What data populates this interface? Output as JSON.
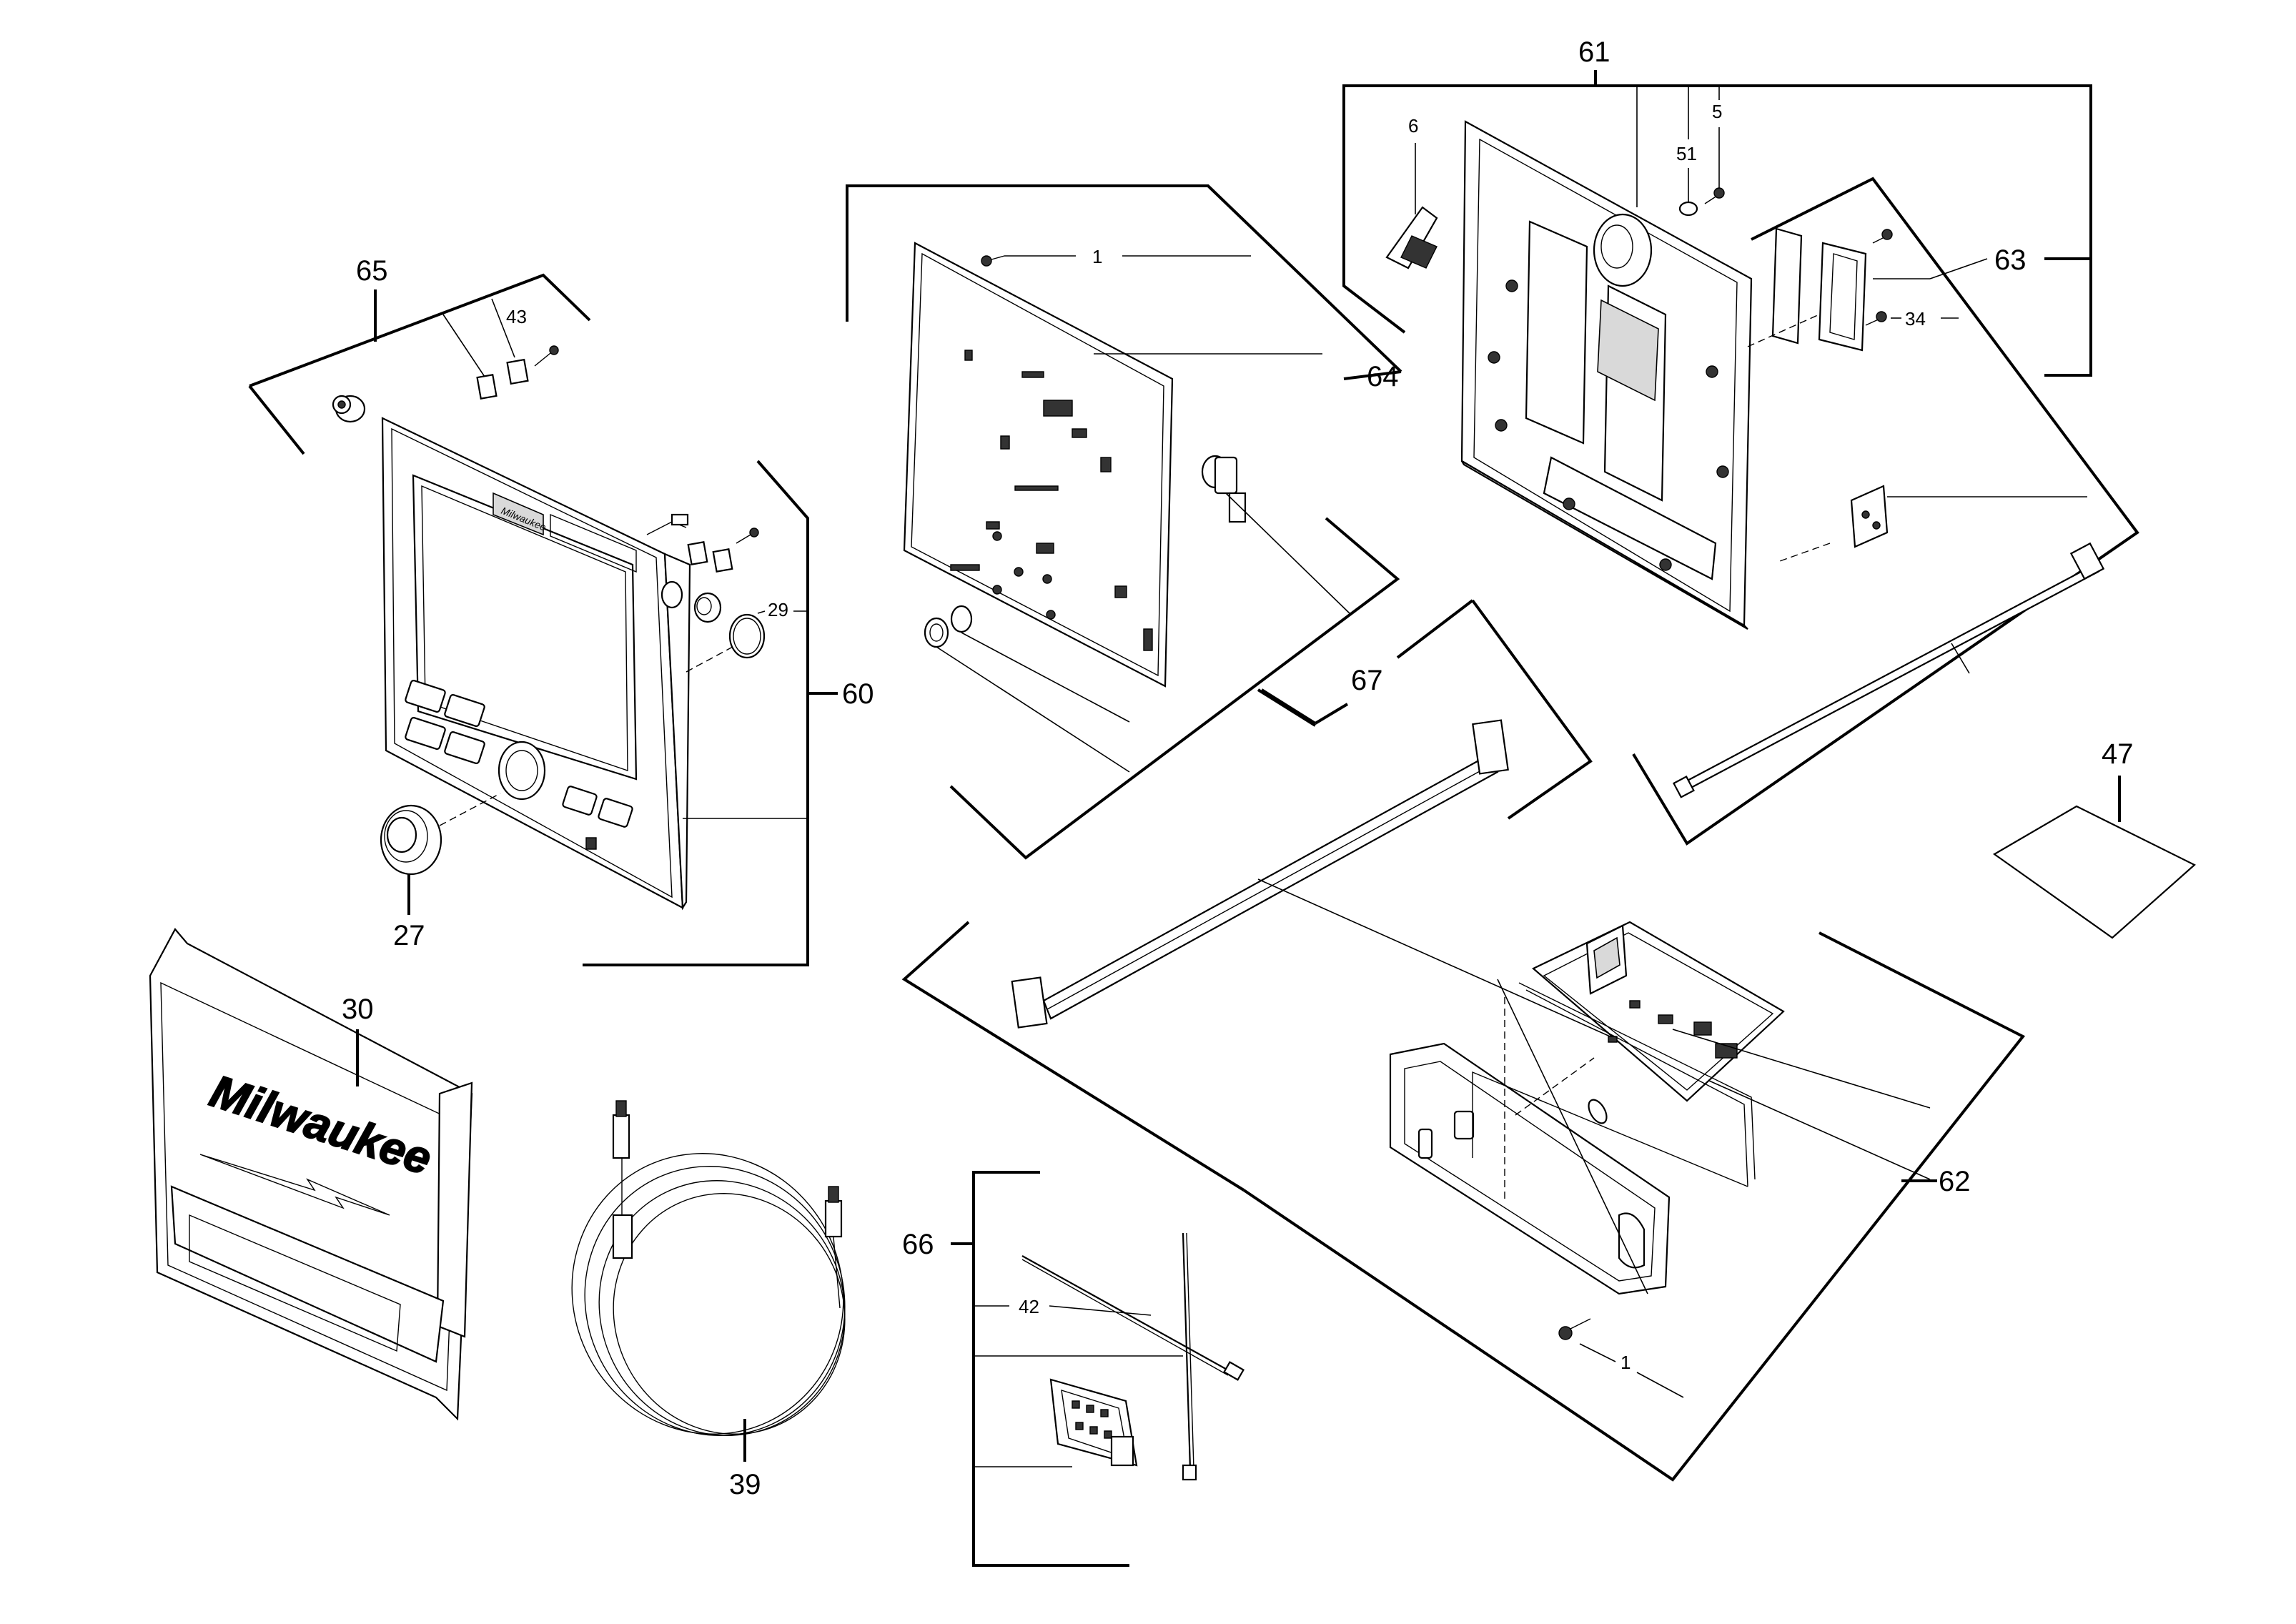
{
  "callouts": {
    "c1_top": "1",
    "c1_bottom": "1",
    "c5": "5",
    "c6": "6",
    "c27": "27",
    "c29": "29",
    "c30": "30",
    "c34": "34",
    "c39": "39",
    "c42": "42",
    "c43": "43",
    "c47": "47",
    "c51": "51",
    "c60": "60",
    "c61": "61",
    "c62": "62",
    "c63": "63",
    "c64": "64",
    "c65": "65",
    "c66": "66",
    "c67": "67"
  },
  "logos": {
    "cover_logo": "Milwaukee",
    "panel_logo": "Milwaukee"
  },
  "colors": {
    "line": "#000000",
    "background": "#ffffff",
    "shade": "#d9d9d9"
  },
  "icons": {
    "lightning": "lightning-bolt-icon"
  }
}
